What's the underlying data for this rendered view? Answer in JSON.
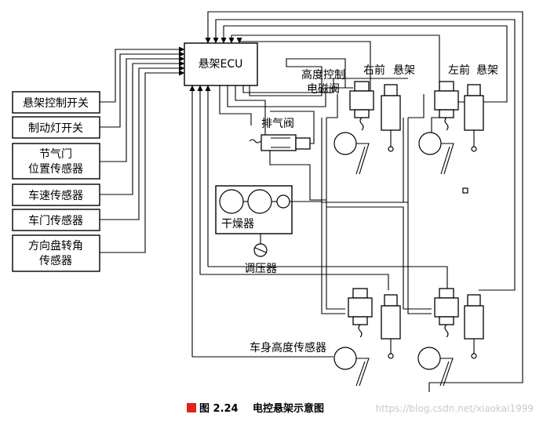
{
  "ecu": {
    "label": "悬架ECU"
  },
  "inputs": [
    {
      "id": "suspension-control-switch",
      "label_lines": [
        "悬架控制开关"
      ]
    },
    {
      "id": "brake-light-switch",
      "label_lines": [
        "制动灯开关"
      ]
    },
    {
      "id": "throttle-position-sensor",
      "label_lines": [
        "节气门",
        "位置传感器"
      ]
    },
    {
      "id": "vehicle-speed-sensor",
      "label_lines": [
        "车速传感器"
      ]
    },
    {
      "id": "door-sensor",
      "label_lines": [
        "车门传感器"
      ]
    },
    {
      "id": "steering-angle-sensor",
      "label_lines": [
        "方向盘转角",
        "传感器"
      ]
    }
  ],
  "labels": {
    "height_valve_line1": "高度控制",
    "height_valve_line2": "电磁阀",
    "front_right": "右前",
    "front_left": "左前",
    "suspension_right": "悬架",
    "suspension_left": "悬架",
    "exhaust_valve": "排气阀",
    "dryer": "干燥器",
    "regulator": "调压器",
    "body_height_sensor": "车身高度传感器"
  },
  "caption": {
    "figure_no": "图 2.24",
    "title": "电控悬架示意图"
  },
  "watermark": "https://blog.csdn.net/xiaokai1999",
  "colors": {
    "caption_marker": "#e0241b",
    "line": "#000000",
    "watermark": "#c9c9c9"
  }
}
